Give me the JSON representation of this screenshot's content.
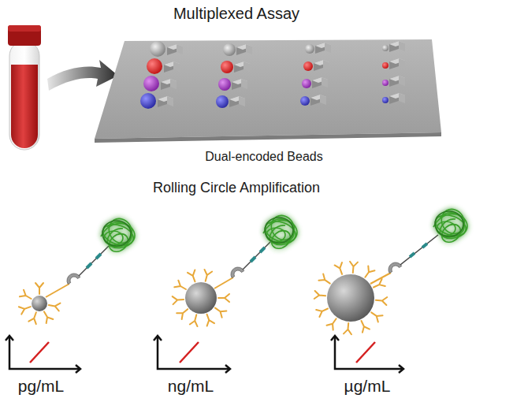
{
  "diagram": {
    "title": "Multiplexed Assay",
    "labels": [
      "Dual-encoded Beads",
      "Rolling Circle Amplification",
      "pg/mL",
      "ng/mL",
      "µg/mL"
    ]
  }
}
